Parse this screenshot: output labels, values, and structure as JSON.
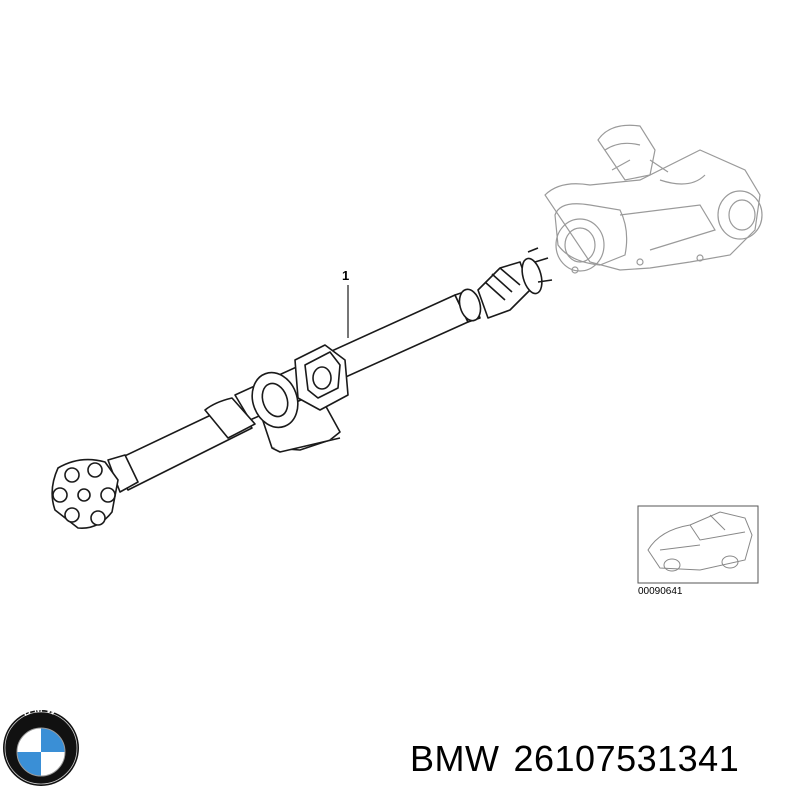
{
  "diagram": {
    "callout_number": "1",
    "inset_code": "00090641",
    "logo_text": "BMW"
  },
  "caption": {
    "brand": "BMW",
    "part_number": "26107531341"
  },
  "colors": {
    "line": "#1a1a1a",
    "faded_line": "#9a9a9a",
    "logo_blue": "#3a8fd6",
    "logo_ring": "#111111"
  }
}
